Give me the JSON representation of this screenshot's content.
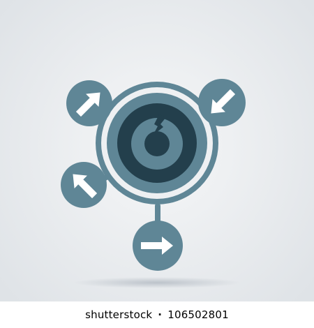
{
  "colors": {
    "background": "#eef0f2",
    "shadow": "#bcc3ca",
    "primary": "#5f8696",
    "primary_dark": "#233f4c",
    "arrow_fill": "#ffffff",
    "watermark_text": "#000000",
    "watermark_bg": "#ffffff"
  },
  "icon": {
    "description_name": "network-hub-icon",
    "center_name": "refresh-cycle-icon",
    "satellites": [
      {
        "name": "arrow-up-right-icon",
        "direction": "up-right"
      },
      {
        "name": "arrow-down-left-icon",
        "direction": "down-left"
      },
      {
        "name": "arrow-up-left-icon",
        "direction": "up-left"
      },
      {
        "name": "arrow-right-icon",
        "direction": "right"
      }
    ]
  },
  "watermark": {
    "brand": "shutterstock",
    "separator": "·",
    "image_id": "106502801"
  }
}
